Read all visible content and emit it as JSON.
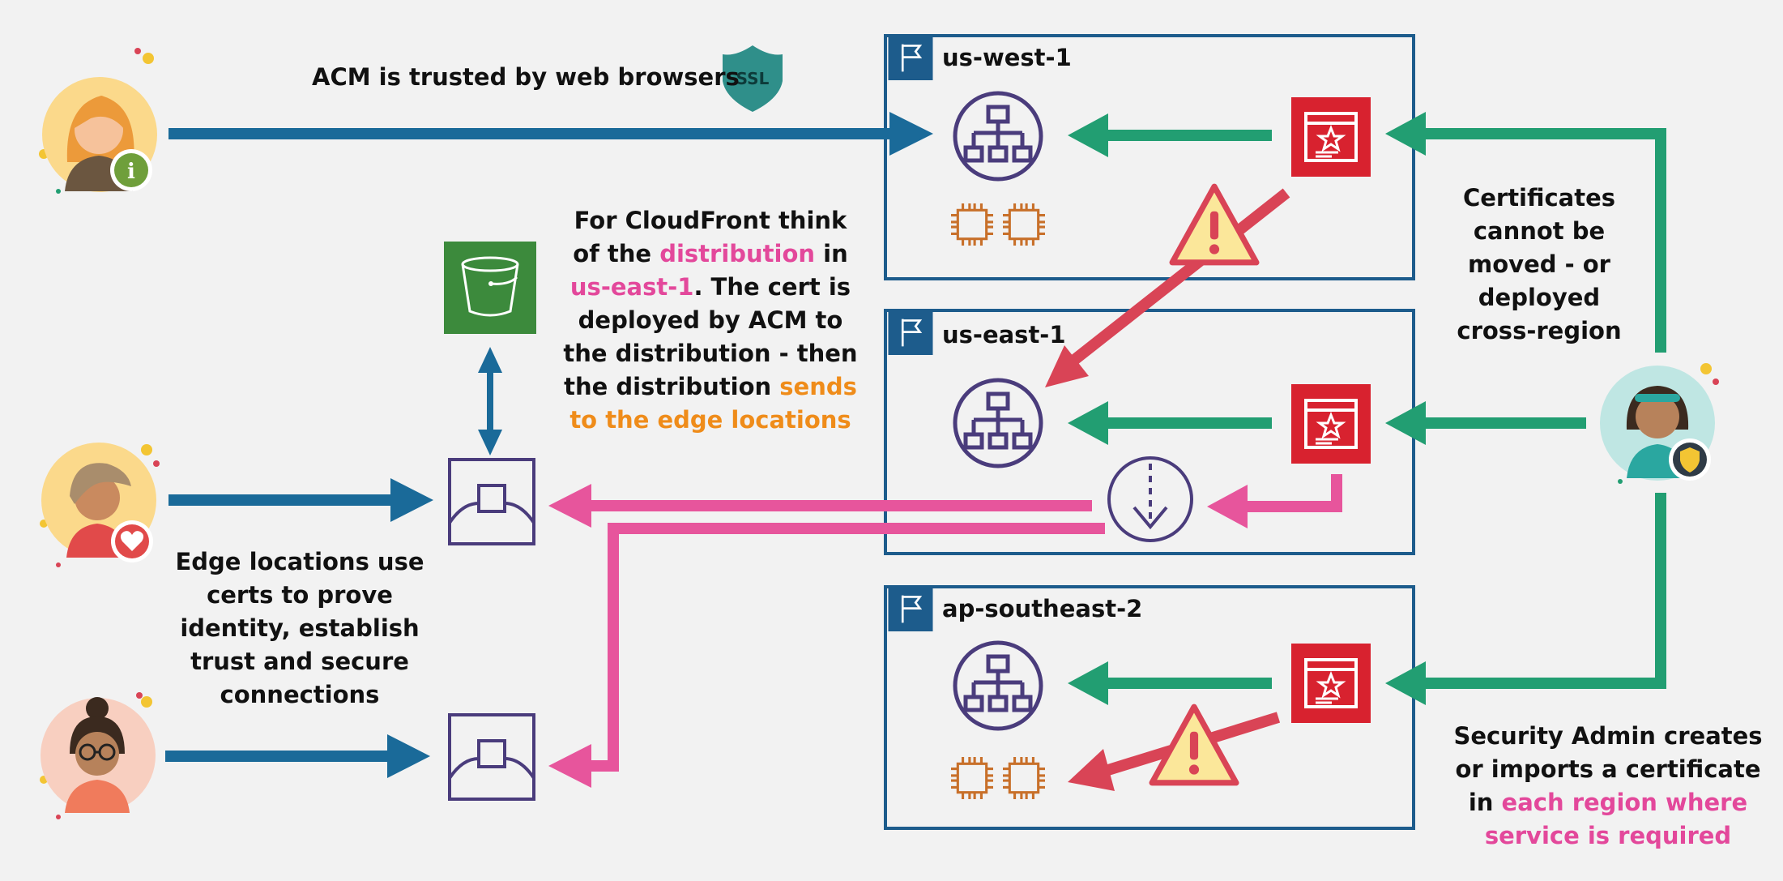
{
  "title_trust": "ACM is trusted by web browsers",
  "ssl_badge": "SSL",
  "regions": [
    {
      "name": "us-west-1"
    },
    {
      "name": "us-east-1"
    },
    {
      "name": "ap-southeast-2"
    }
  ],
  "cloudfront_note": {
    "p1": "For CloudFront think of the ",
    "h1": "distribution",
    "p2": " in ",
    "h2": "us-east-1",
    "p3": ". The cert is deployed by ACM to the distribution - then the distribution ",
    "h3": "sends to the edge locations"
  },
  "edge_note": "Edge locations use certs to prove identity, establish trust and secure connections",
  "cert_note": "Certificates cannot be moved - or deployed cross-region",
  "admin_note": {
    "p1": "Security Admin creates or imports a certificate in ",
    "h1": "each region where service is required"
  },
  "colors": {
    "blue_arrow": "#1a6a99",
    "green_arrow": "#229e72",
    "pink_arrow": "#e7559c",
    "red_arrow": "#d94456",
    "region_border": "#1d5c8c",
    "purple_icon": "#4a3c7c",
    "cert_red": "#d8222f",
    "s3_green": "#3c8a3c",
    "orange_highlight": "#ef8c1a",
    "pink_highlight": "#e3489b",
    "chip_orange": "#c8702a",
    "warning_fill": "#fbe79a"
  },
  "icons": [
    "user-info-avatar",
    "user-heart-avatar",
    "user-glasses-avatar",
    "security-admin-avatar",
    "ssl-shield-icon",
    "s3-bucket-icon",
    "edge-location-icon",
    "load-balancer-icon",
    "certificate-icon",
    "cpu-chip-icon",
    "warning-icon",
    "cloudfront-distribution-icon",
    "region-flag-icon"
  ]
}
